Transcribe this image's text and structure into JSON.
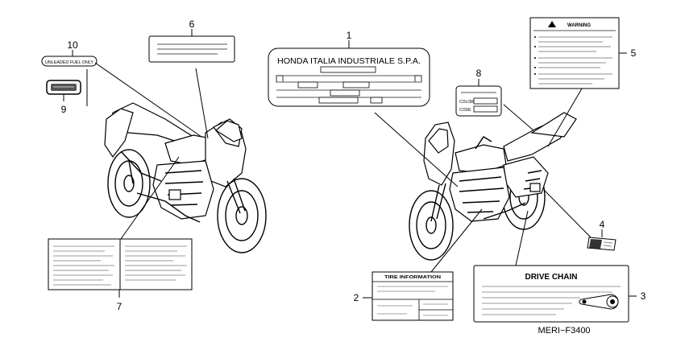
{
  "diagram_code": "MERI−F3400",
  "parts": [
    {
      "num": "1",
      "text": "HONDA ITALIA INDUSTRIALE S.P.A."
    },
    {
      "num": "2",
      "text": "TIRE INFORMATION"
    },
    {
      "num": "3",
      "text": "DRIVE CHAIN"
    },
    {
      "num": "4",
      "text": ""
    },
    {
      "num": "5",
      "text": "WARNING"
    },
    {
      "num": "6",
      "text": ""
    },
    {
      "num": "7",
      "text": ""
    },
    {
      "num": "8",
      "text": ""
    },
    {
      "num": "9",
      "text": ""
    },
    {
      "num": "10",
      "text": "UNLEADED FUEL ONLY"
    }
  ],
  "color_label": {
    "color": "COLOR",
    "code": "CODE"
  },
  "warning_icon": "warning-triangle-icon",
  "chain_icon": "chain-sprocket-icon"
}
